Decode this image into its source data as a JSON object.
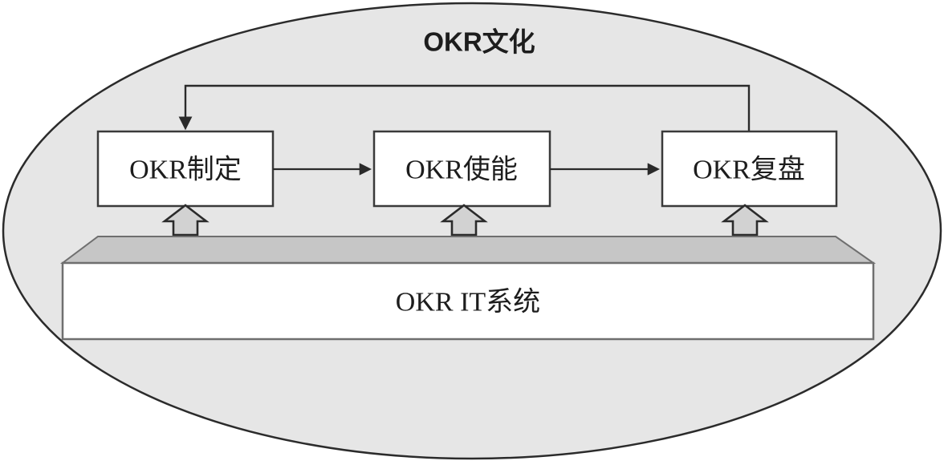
{
  "diagram": {
    "title": "OKR文化",
    "boxes": [
      {
        "label": "OKR制定"
      },
      {
        "label": "OKR使能"
      },
      {
        "label": "OKR复盘"
      }
    ],
    "platform": {
      "label": "OKR IT系统"
    },
    "colors": {
      "ellipse_fill": "#e6e6e6",
      "ellipse_stroke": "#2b2b2b",
      "box_fill": "#ffffff",
      "box_stroke": "#3a3a3a",
      "line": "#2a2a2a",
      "block_arrow_fill": "#d2d2d2",
      "block_arrow_stroke": "#2b2b2b",
      "platform_top_fill": "#c6c6c6",
      "platform_front_fill": "#ffffff",
      "platform_stroke": "#6f6f6f"
    }
  }
}
